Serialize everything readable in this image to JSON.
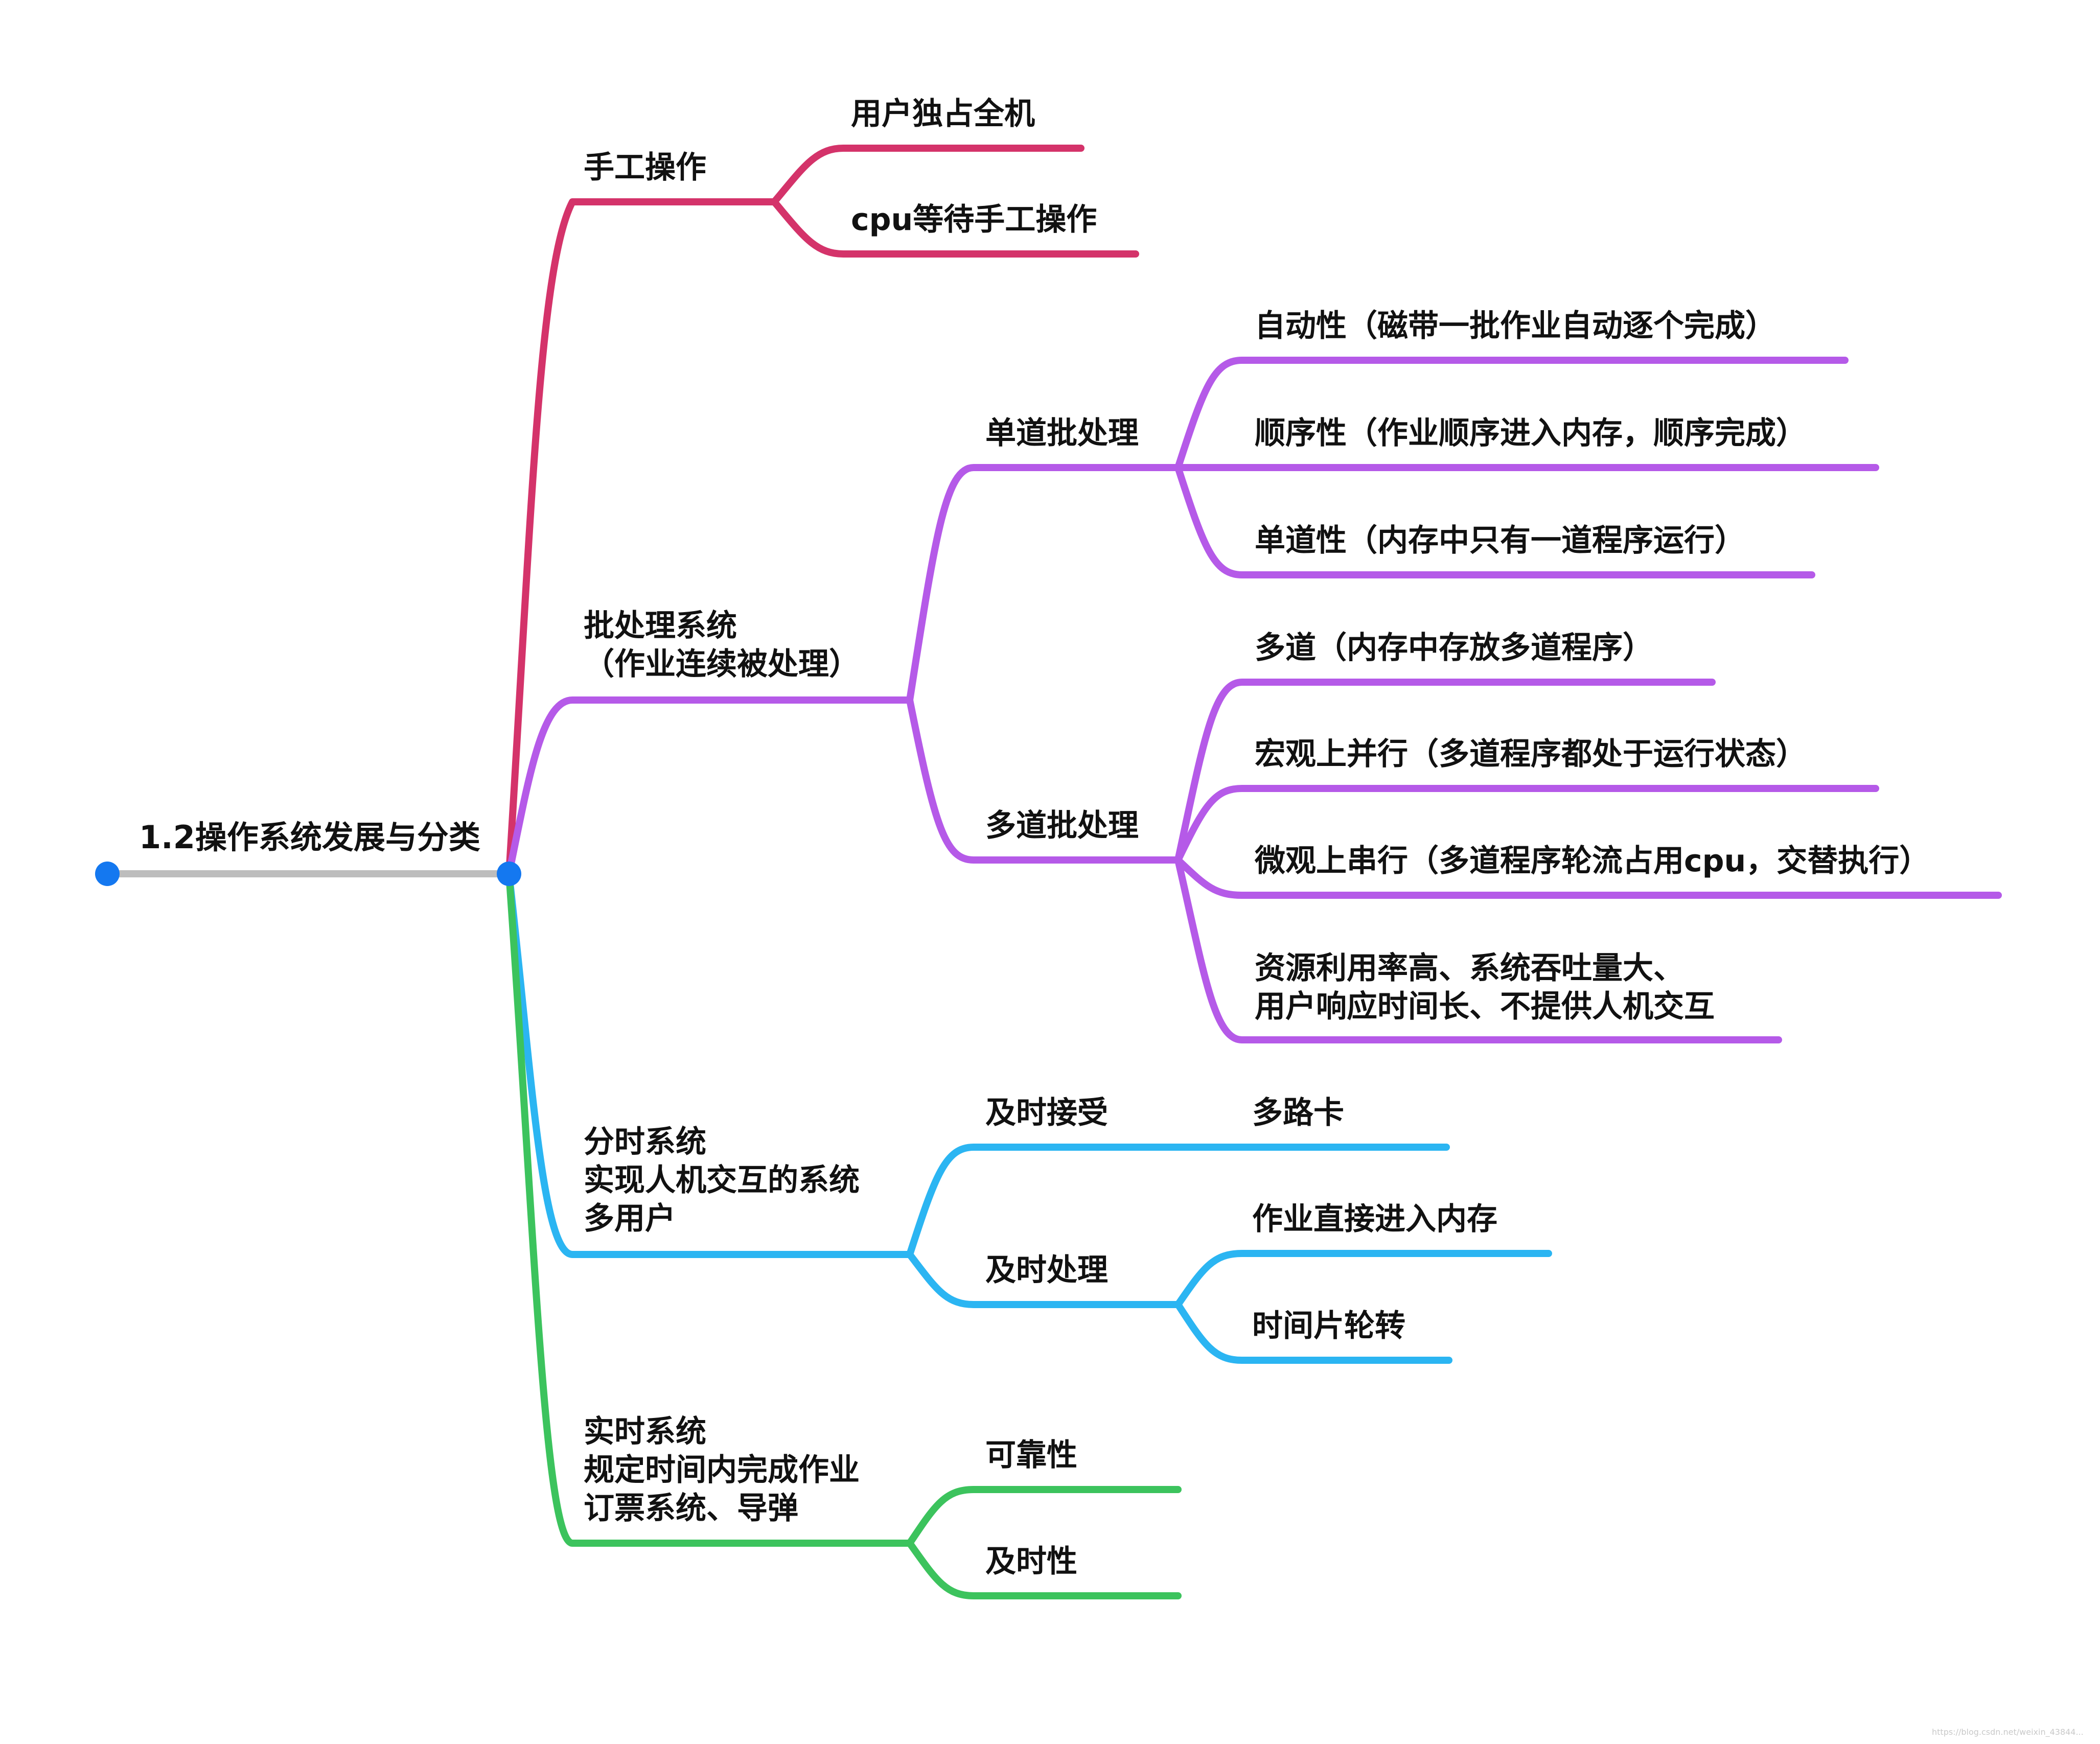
{
  "root": {
    "label": "1.2操作系统发展与分类"
  },
  "colors": {
    "root_line": "#bdbdbd",
    "dot": "#1478f0",
    "manual": "#d4336a",
    "batch": "#b55ae8",
    "timeshare": "#2bb5f2",
    "realtime": "#3cc35d"
  },
  "branches": {
    "manual": {
      "label": "手工操作",
      "children": [
        "用户独占全机",
        "cpu等待手工操作"
      ]
    },
    "batch": {
      "label_lines": [
        "批处理系统",
        "（作业连续被处理）"
      ],
      "single": {
        "label": "单道批处理",
        "children": [
          "自动性（磁带一批作业自动逐个完成）",
          "顺序性（作业顺序进入内存，顺序完成）",
          "单道性（内存中只有一道程序运行）"
        ]
      },
      "multi": {
        "label": "多道批处理",
        "children": [
          "多道（内存中存放多道程序）",
          "宏观上并行（多道程序都处于运行状态）",
          "微观上串行（多道程序轮流占用cpu，交替执行）"
        ],
        "last_child_lines": [
          "资源利用率高、系统吞吐量大、",
          "用户响应时间长、不提供人机交互"
        ]
      }
    },
    "timeshare": {
      "label_lines": [
        "分时系统",
        "实现人机交互的系统",
        "多用户"
      ],
      "timely_accept": {
        "label": "及时接受",
        "child": "多路卡"
      },
      "timely_process": {
        "label": "及时处理",
        "children": [
          "作业直接进入内存",
          "时间片轮转"
        ]
      }
    },
    "realtime": {
      "label_lines": [
        "实时系统",
        "规定时间内完成作业",
        "订票系统、导弹"
      ],
      "children": [
        "可靠性",
        "及时性"
      ]
    }
  },
  "watermark": "https://blog.csdn.net/weixin_43844..."
}
